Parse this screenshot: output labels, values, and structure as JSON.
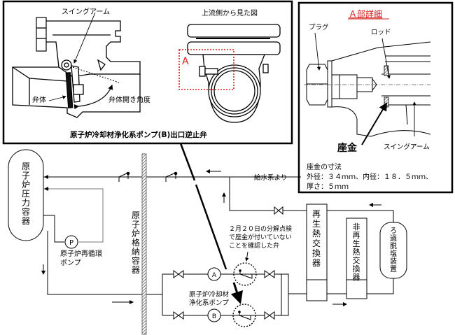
{
  "valve_figure": {
    "side_view_labels": {
      "swing_arm": "スイングアーム",
      "valve_disc": "弁体",
      "disc_opening_angle": "弁体開き角度"
    },
    "upstream_view_title": "上流側から見た図",
    "detail_marker": "A",
    "caption": "原子炉冷却材浄化系ポンプ(B)出口逆止弁"
  },
  "detail_a": {
    "title": "Ａ部詳細",
    "labels": {
      "plug": "プラグ",
      "rod": "ロッド",
      "washer": "座金",
      "swing_arm": "スイングアーム"
    },
    "washer_dims": {
      "heading": "座金の寸法",
      "line1": "外径：３４ｍｍ、内径：１８．５ｍｍ、",
      "line2": "厚さ：５ｍｍ"
    },
    "accent_color": "#d42020"
  },
  "flow_diagram": {
    "rpv": [
      "原",
      "子",
      "炉",
      "圧",
      "力",
      "容",
      "器"
    ],
    "containment": [
      "原",
      "子",
      "炉",
      "格",
      "納",
      "容",
      "器"
    ],
    "recirc_pump": {
      "symbol": "P",
      "label1": "原子炉再循環",
      "label2": "ポンプ"
    },
    "feedwater": "給水系より",
    "cleanup_pumps": {
      "a": "A",
      "b": "B",
      "label1": "原子炉冷却材",
      "label2": "浄化系ポンプ"
    },
    "note": [
      "２月２０日の分解点検",
      "で座金が付いていない",
      "ことを確認した弁"
    ],
    "regen_hx": [
      "再",
      "生",
      "熱",
      "交",
      "換",
      "器"
    ],
    "nonregen_hx": [
      "非",
      "再",
      "生",
      "熱",
      "交",
      "換",
      "器"
    ],
    "filter_demin": [
      "ろ",
      "過",
      "脱",
      "塩",
      "装",
      "置"
    ]
  }
}
